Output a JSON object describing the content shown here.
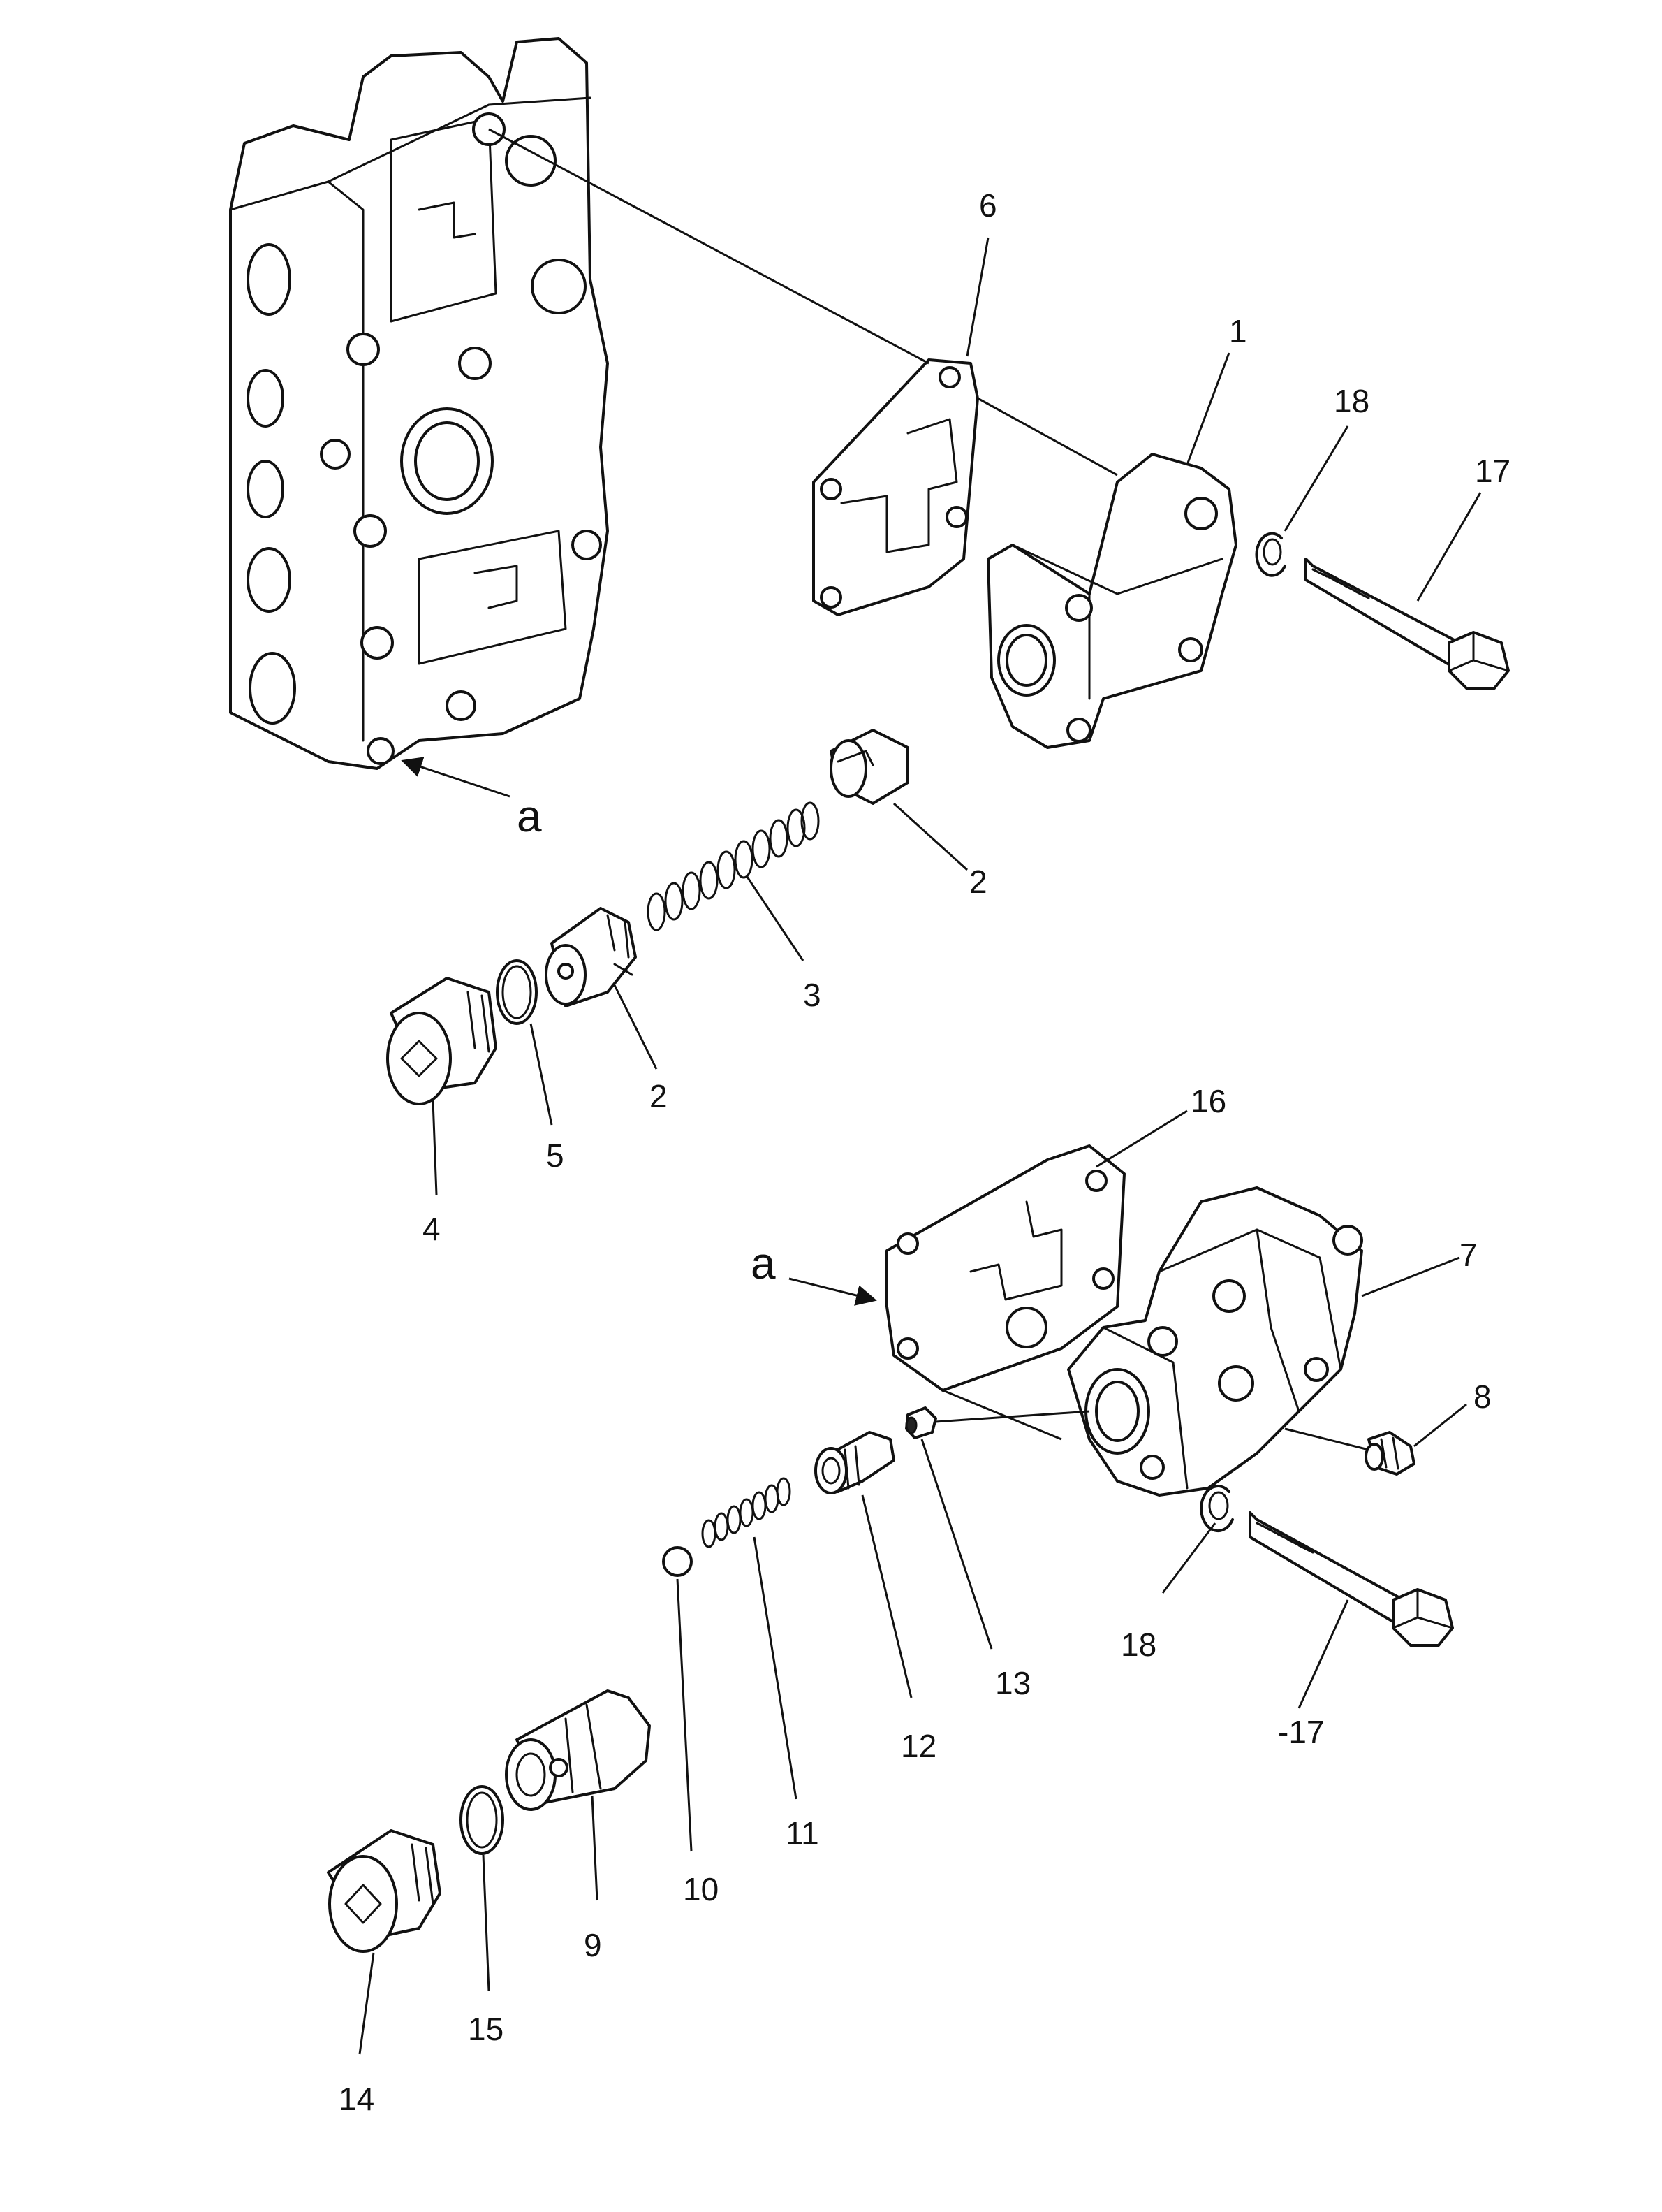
{
  "callouts": {
    "c1": "1",
    "c2a": "2",
    "c2b": "2",
    "c3": "3",
    "c4": "4",
    "c5": "5",
    "c6": "6",
    "c7": "7",
    "c8": "8",
    "c9": "9",
    "c10": "10",
    "c11": "11",
    "c12": "12",
    "c13": "13",
    "c14": "14",
    "c15": "15",
    "c16": "16",
    "c17a": "17",
    "c17b": "-17",
    "c18a": "18",
    "c18b": "18"
  },
  "view_markers": {
    "upper": "a",
    "lower": "a"
  }
}
